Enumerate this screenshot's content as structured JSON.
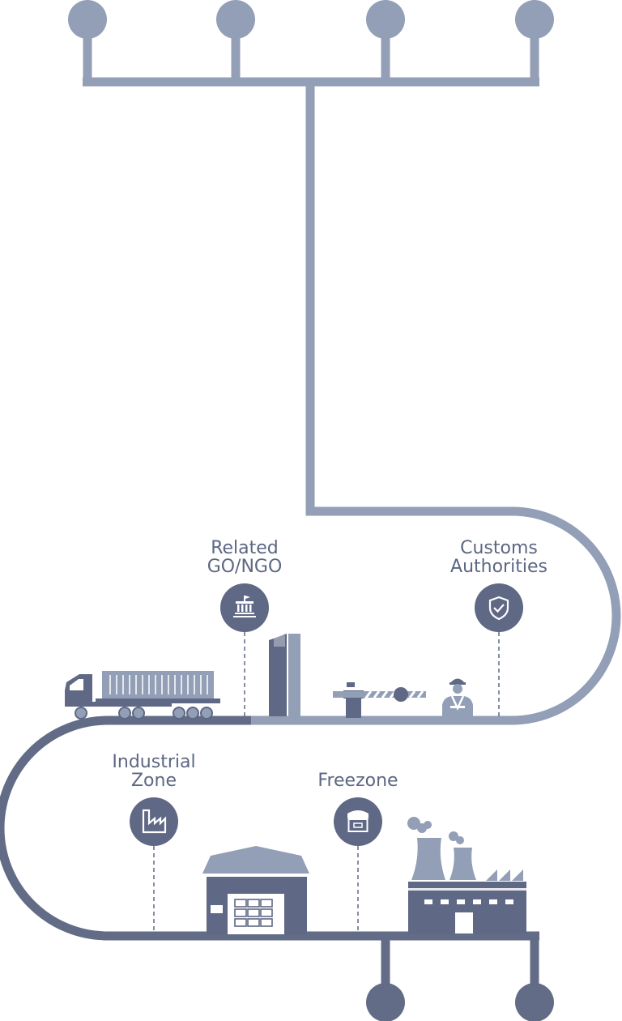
{
  "colors": {
    "line_light": "#929fb6",
    "line_dark": "#636c86",
    "icon_fill": "#5f6884",
    "label": "#5c6783",
    "white": "#ffffff"
  },
  "nodes": {
    "related_go_ngo": {
      "lines": [
        "Related",
        "GO/NGO"
      ],
      "icon": "government-building-icon"
    },
    "customs_authorities": {
      "lines": [
        "Customs",
        "Authorities"
      ],
      "icon": "shield-check-icon"
    },
    "industrial_zone": {
      "lines": [
        "Industrial",
        "Zone"
      ],
      "icon": "factory-icon"
    },
    "freezone": {
      "lines": [
        "",
        "Freezone"
      ],
      "icon": "storefront-icon"
    }
  },
  "illustrations": [
    "container-truck-icon",
    "port-gate-icon",
    "barrier-gate-icon",
    "customs-officer-icon",
    "warehouse-icon",
    "power-plant-factory-icon"
  ]
}
